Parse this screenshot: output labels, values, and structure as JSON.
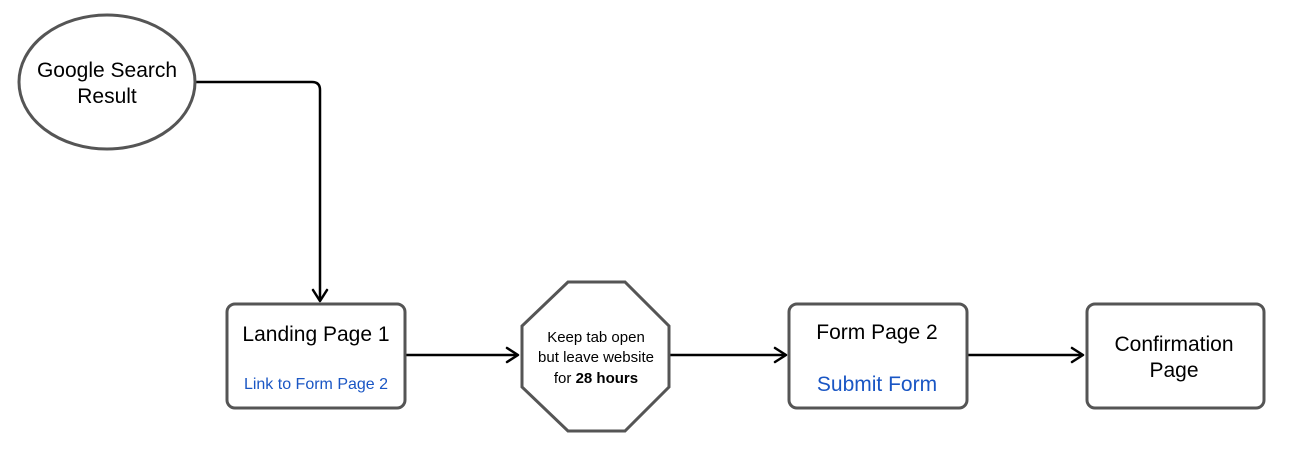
{
  "nodes": {
    "google_search": {
      "line1": "Google Search",
      "line2": "Result"
    },
    "landing_page": {
      "title": "Landing Page 1",
      "link": "Link to Form Page 2"
    },
    "stop_note": {
      "line1": "Keep tab open",
      "line2": "but leave website",
      "line3_prefix": "for ",
      "line3_bold": "28 hours"
    },
    "form_page": {
      "title": "Form Page 2",
      "action": "Submit Form"
    },
    "confirmation": {
      "line1": "Confirmation",
      "line2": "Page"
    }
  },
  "colors": {
    "link": "#1a56c4",
    "border": "#555555",
    "arrow": "#000000"
  }
}
